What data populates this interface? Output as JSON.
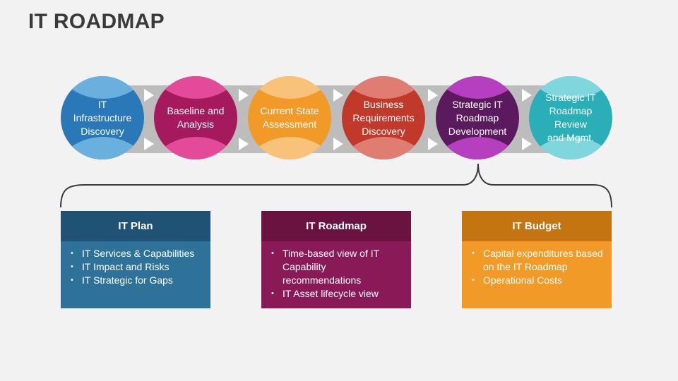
{
  "title": "IT ROADMAP",
  "steps": [
    {
      "label": "IT\nInfrastructure\nDiscovery",
      "color": "#2a78b8",
      "light": "#6ab0de"
    },
    {
      "label": "Baseline and\nAnalysis",
      "color": "#a51a5c",
      "light": "#e44a9a"
    },
    {
      "label": "Current State\nAssessment",
      "color": "#f29a27",
      "light": "#f8c27a"
    },
    {
      "label": "Business\nRequirements\nDiscovery",
      "color": "#c0392b",
      "light": "#e07d72"
    },
    {
      "label": "Strategic IT\nRoadmap\nDevelopment",
      "color": "#5b1a5e",
      "light": "#b63fbf"
    },
    {
      "label": "Strategic IT\nRoadmap Review\nand Mgmt.",
      "color": "#2aaeb8",
      "light": "#7fd6dc"
    }
  ],
  "cards": [
    {
      "title": "IT Plan",
      "header_color": "#1f5274",
      "body_color": "#2e7199",
      "items": [
        "IT Services & Capabilities",
        "IT Impact and Risks",
        "IT Strategic for Gaps"
      ]
    },
    {
      "title": "IT Roadmap",
      "header_color": "#6a1240",
      "body_color": "#8a1a57",
      "items": [
        "Time-based view of IT Capability recommendations",
        "IT Asset lifecycle view"
      ]
    },
    {
      "title": "IT Budget",
      "header_color": "#c47410",
      "body_color": "#f29a27",
      "items": [
        "Capital expenditures based on the IT Roadmap",
        "Operational Costs"
      ]
    }
  ]
}
